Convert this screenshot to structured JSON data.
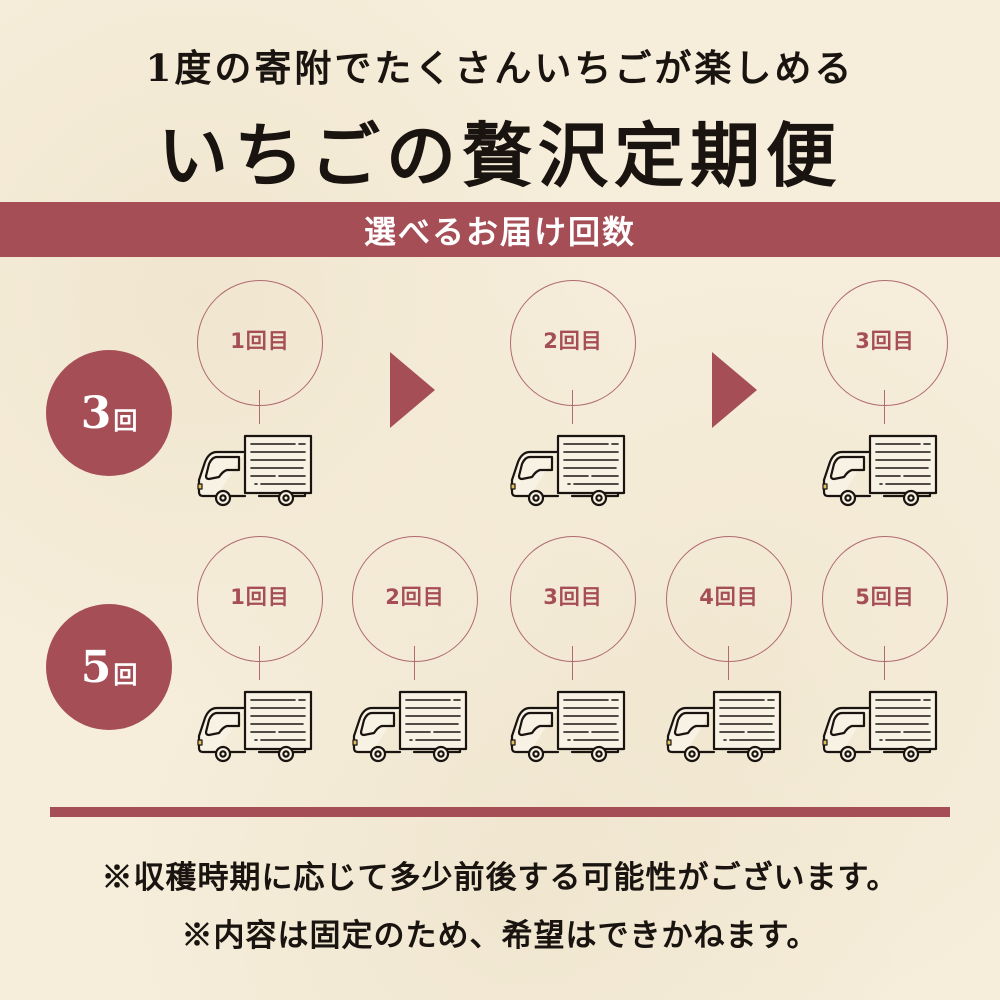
{
  "header": {
    "subtitle": "1度の寄附でたくさんいちごが楽しめる",
    "title": "いちごの贅沢定期便"
  },
  "banner": {
    "label": "選べるお届け回数"
  },
  "plans": [
    {
      "count_number": "3",
      "count_unit": "回",
      "steps": [
        {
          "label": "1回目",
          "icon": "truck-icon"
        },
        {
          "label": "2回目",
          "icon": "truck-icon"
        },
        {
          "label": "3回目",
          "icon": "truck-icon"
        }
      ],
      "arrows": [
        "play-arrow-icon",
        "play-arrow-icon"
      ]
    },
    {
      "count_number": "5",
      "count_unit": "回",
      "steps": [
        {
          "label": "1回目",
          "icon": "truck-icon"
        },
        {
          "label": "2回目",
          "icon": "truck-icon"
        },
        {
          "label": "3回目",
          "icon": "truck-icon"
        },
        {
          "label": "4回目",
          "icon": "truck-icon"
        },
        {
          "label": "5回目",
          "icon": "truck-icon"
        }
      ]
    }
  ],
  "notes": [
    "※収穫時期に応じて多少前後する可能性がございます。",
    "※内容は固定のため、希望はできかねます。"
  ],
  "colors": {
    "accent": "#a64e56",
    "background": "#f6eedb",
    "text": "#1a1410",
    "circle_outline": "#b06a70"
  }
}
